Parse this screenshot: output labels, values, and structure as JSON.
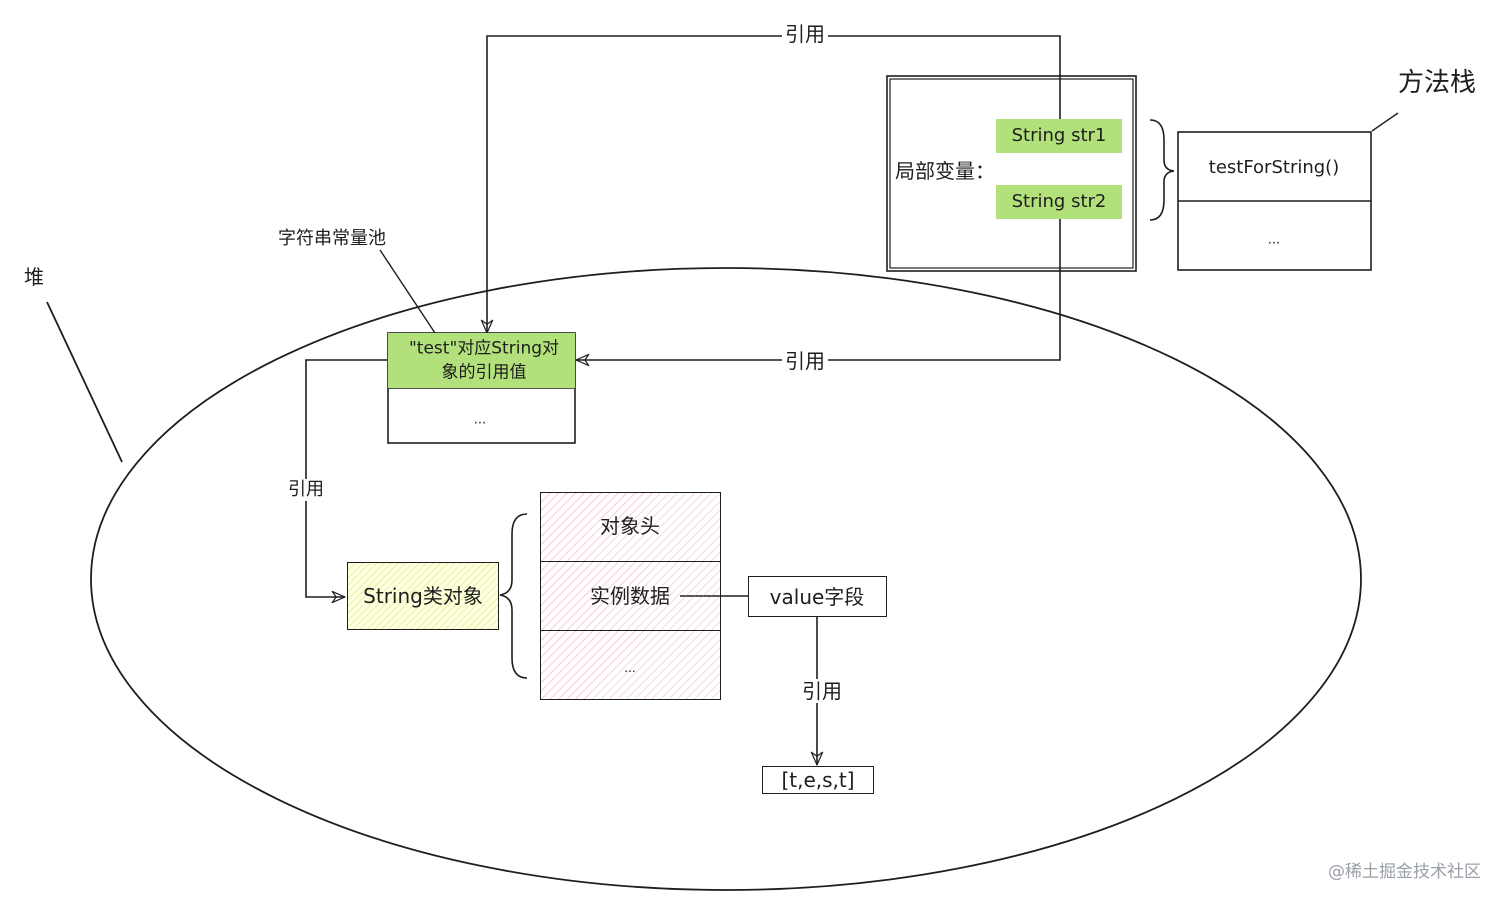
{
  "heap_label": "堆",
  "method_stack_label": "方法栈",
  "string_pool_label": "字符串常量池",
  "local_vars_label": "局部变量：",
  "local_vars": [
    "String str1",
    "String str2"
  ],
  "method_stack_items": [
    "testForString()",
    "..."
  ],
  "pool_entry_line1": "\"test\"对应String对",
  "pool_entry_line2": "象的引用值",
  "pool_more": "...",
  "ref_label": "引用",
  "string_object_label": "String类对象",
  "object_parts": [
    "对象头",
    "实例数据",
    "..."
  ],
  "value_field_label": "value字段",
  "char_array_label": "[t,e,s,t]",
  "watermark": "@稀土掘金技术社区",
  "colors": {
    "highlight_green": "#b2e07a",
    "hatch_pink": "#e8788c",
    "hatch_yellow": "#d2e646",
    "stroke": "#1e1e1e"
  }
}
